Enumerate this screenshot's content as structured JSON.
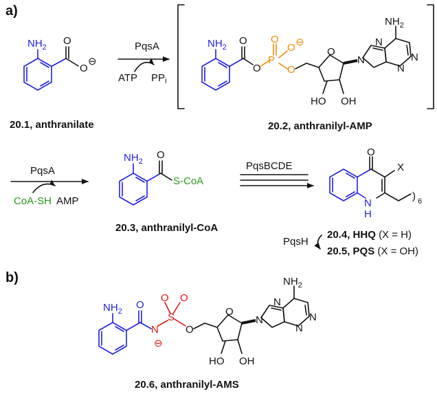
{
  "panels": [
    {
      "label": "a)"
    },
    {
      "label": "b)"
    }
  ],
  "compounds": {
    "c201": {
      "number": "20.1,",
      "name": "anthranilate"
    },
    "c202": {
      "number": "20.2,",
      "name": "anthranilyl-AMP"
    },
    "c203": {
      "number": "20.3,",
      "name": "anthranilyl-CoA"
    },
    "c204": {
      "number": "20.4,",
      "name": "HHQ",
      "note": "(X = H)"
    },
    "c205": {
      "number": "20.5,",
      "name": "PQS",
      "note": "(X = OH)"
    },
    "c206": {
      "number": "20.6,",
      "name": "anthranilyl-AMS"
    }
  },
  "reactions": {
    "r1": {
      "enzyme": "PqsA",
      "in": "ATP",
      "out": "PP",
      "out_sub": "i"
    },
    "r2": {
      "enzyme": "PqsA",
      "in": "CoA-SH",
      "out": "AMP"
    },
    "r3": {
      "enzyme": "PqsBCDE"
    },
    "r4": {
      "enzyme": "PqsH"
    }
  },
  "atoms": {
    "nh2": "NH",
    "nh2_sub": "2",
    "o": "O",
    "p": "P",
    "s": "S",
    "n": "N",
    "h": "H",
    "x": "X",
    "ho": "HO",
    "oh": "OH",
    "sub6": "6",
    "minus": "⊖",
    "scoa": "S-CoA"
  },
  "colors": {
    "anthranilate": "#2020e0",
    "phosphate": "#f08a00",
    "coa": "#2a9a1a",
    "sulfamate": "#e01818",
    "ink": "#111111"
  }
}
